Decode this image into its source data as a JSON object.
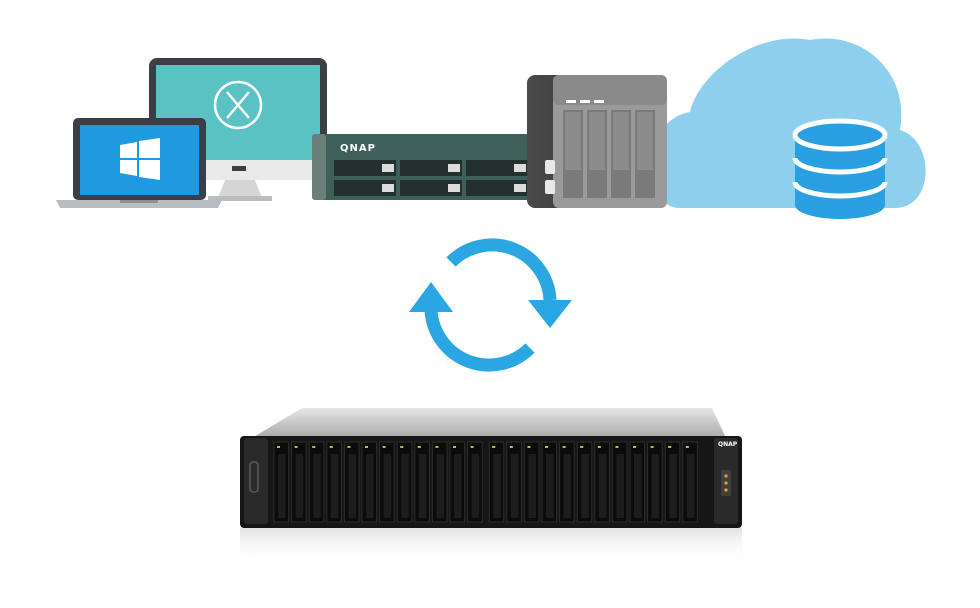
{
  "devices": {
    "laptop": {
      "os_icon": "windows-logo-icon"
    },
    "desktop": {
      "os_icon": "macos-x-logo-icon"
    },
    "rack_nas": {
      "brand": "QNAP"
    },
    "tower_nas": {
      "bays": 4
    },
    "cloud": {
      "icon": "database-icon"
    }
  },
  "sync": {
    "icon": "sync-arrows-icon"
  },
  "server": {
    "brand": "QNAP",
    "bays": 24
  },
  "colors": {
    "windows_blue": "#1e9be0",
    "mac_teal": "#5bc2c4",
    "qnap_green": "#3f5f5a",
    "cloud": "#8ecfee",
    "database": "#2aa0e2",
    "sync_arrow": "#2aa7e2",
    "server_dark": "#161616"
  }
}
